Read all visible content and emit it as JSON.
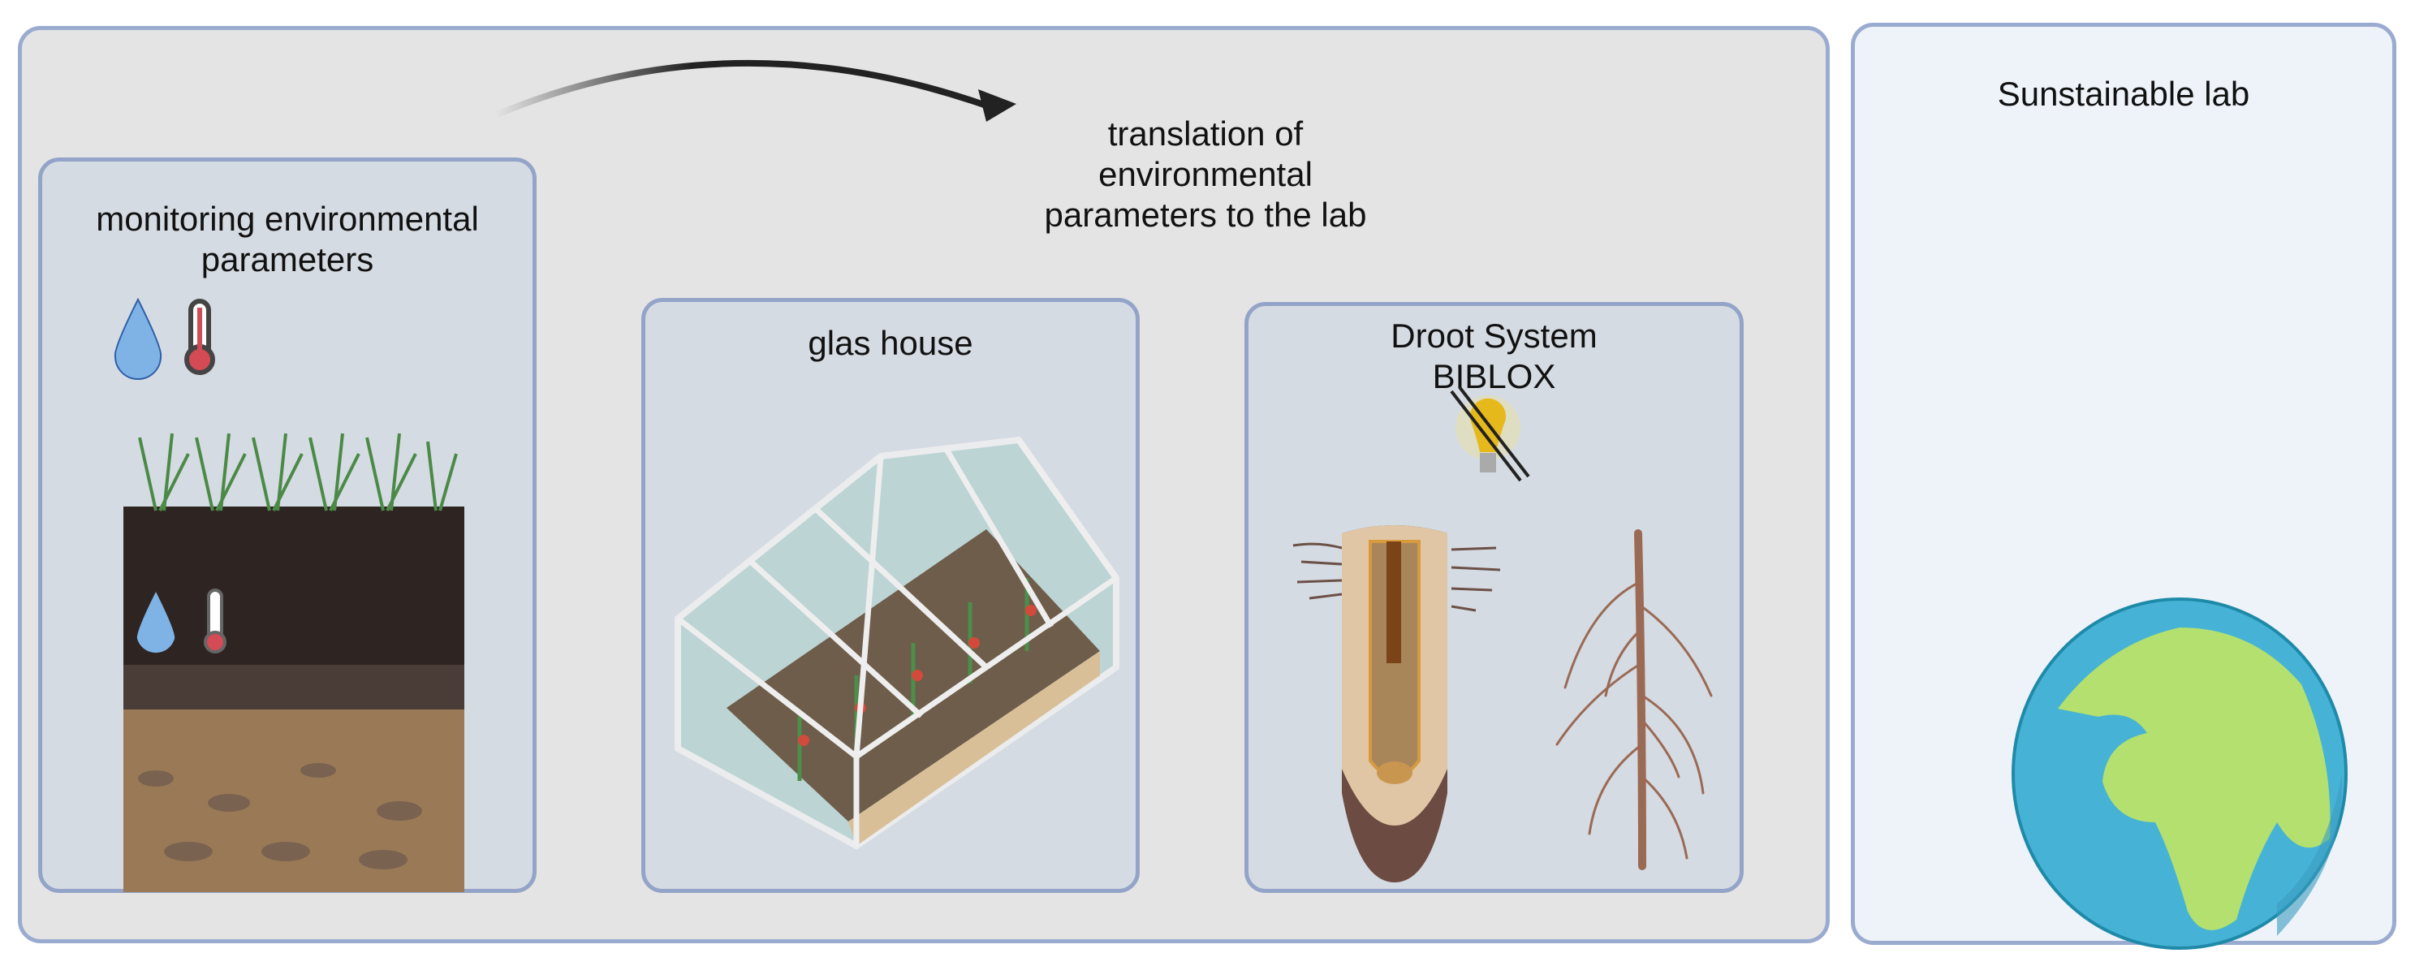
{
  "left_panel": {
    "translation_label_lines": [
      "translation of",
      "environmental",
      "parameters to the lab"
    ],
    "monitoring": {
      "title_lines": [
        "monitoring environmental",
        "parameters"
      ],
      "icons": [
        "water-drop-icon",
        "thermometer-icon"
      ]
    },
    "glas_house": {
      "title": "glas house"
    },
    "droot": {
      "title_lines": [
        "Droot System",
        "BIBLOX"
      ],
      "icons": [
        "crossed-out-light-bulb-icon"
      ]
    }
  },
  "right_panel": {
    "title": "Sunstainable lab"
  },
  "colors": {
    "panel_border": "#9aabd0",
    "outer_bg": "#e4e4e4",
    "box_bg": "#d5dbe2",
    "right_bg": "#eef3fa",
    "ocean": "#46b3d6",
    "land": "#b3e06e"
  }
}
